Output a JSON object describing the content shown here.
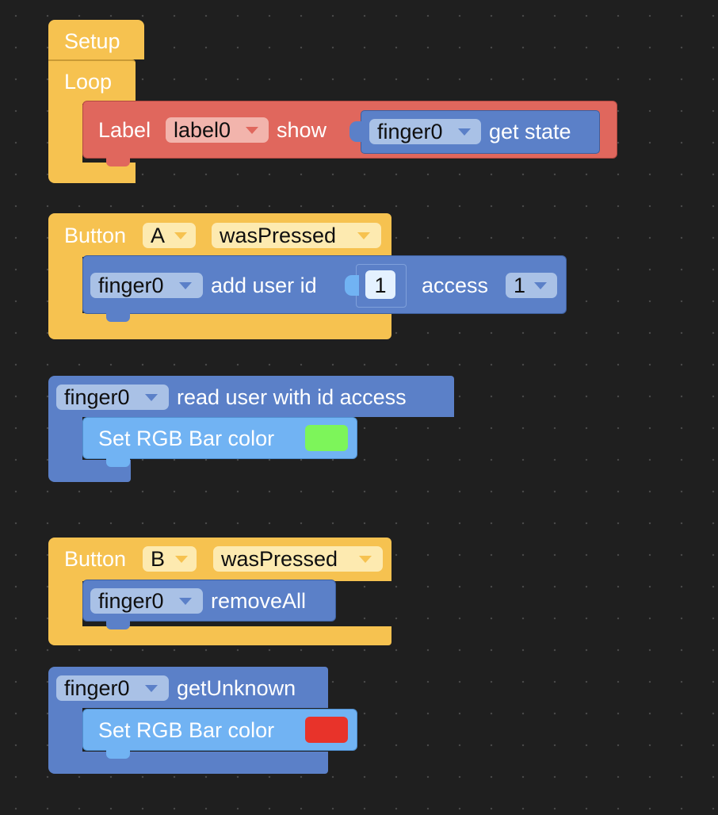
{
  "canvas": {
    "background": "#1f1f1f",
    "colors": {
      "control": "#f6c250",
      "display": "#e0675d",
      "module": "#5b80c8",
      "rgb": "#71b3f3"
    }
  },
  "setup_block": {
    "setup_label": "Setup",
    "loop_label": "Loop",
    "label_block": {
      "prefix": "Label",
      "dropdown_value": "label0",
      "show_label": "show",
      "getter": {
        "dropdown_value": "finger0",
        "label": "get state"
      }
    }
  },
  "button_a_block": {
    "prefix": "Button",
    "button_value": "A",
    "event_value": "wasPressed",
    "add_user": {
      "dropdown_value": "finger0",
      "add_label": "add user id",
      "id_value": "1",
      "access_label": "access",
      "access_value": "1"
    }
  },
  "read_user_block": {
    "dropdown_value": "finger0",
    "label": "read user with id access",
    "rgb": {
      "label": "Set RGB Bar color",
      "color": "#7df55a"
    }
  },
  "button_b_block": {
    "prefix": "Button",
    "button_value": "B",
    "event_value": "wasPressed",
    "remove": {
      "dropdown_value": "finger0",
      "label": "removeAll"
    }
  },
  "get_unknown_block": {
    "dropdown_value": "finger0",
    "label": "getUnknown",
    "rgb": {
      "label": "Set RGB Bar color",
      "color": "#e8332a"
    }
  }
}
